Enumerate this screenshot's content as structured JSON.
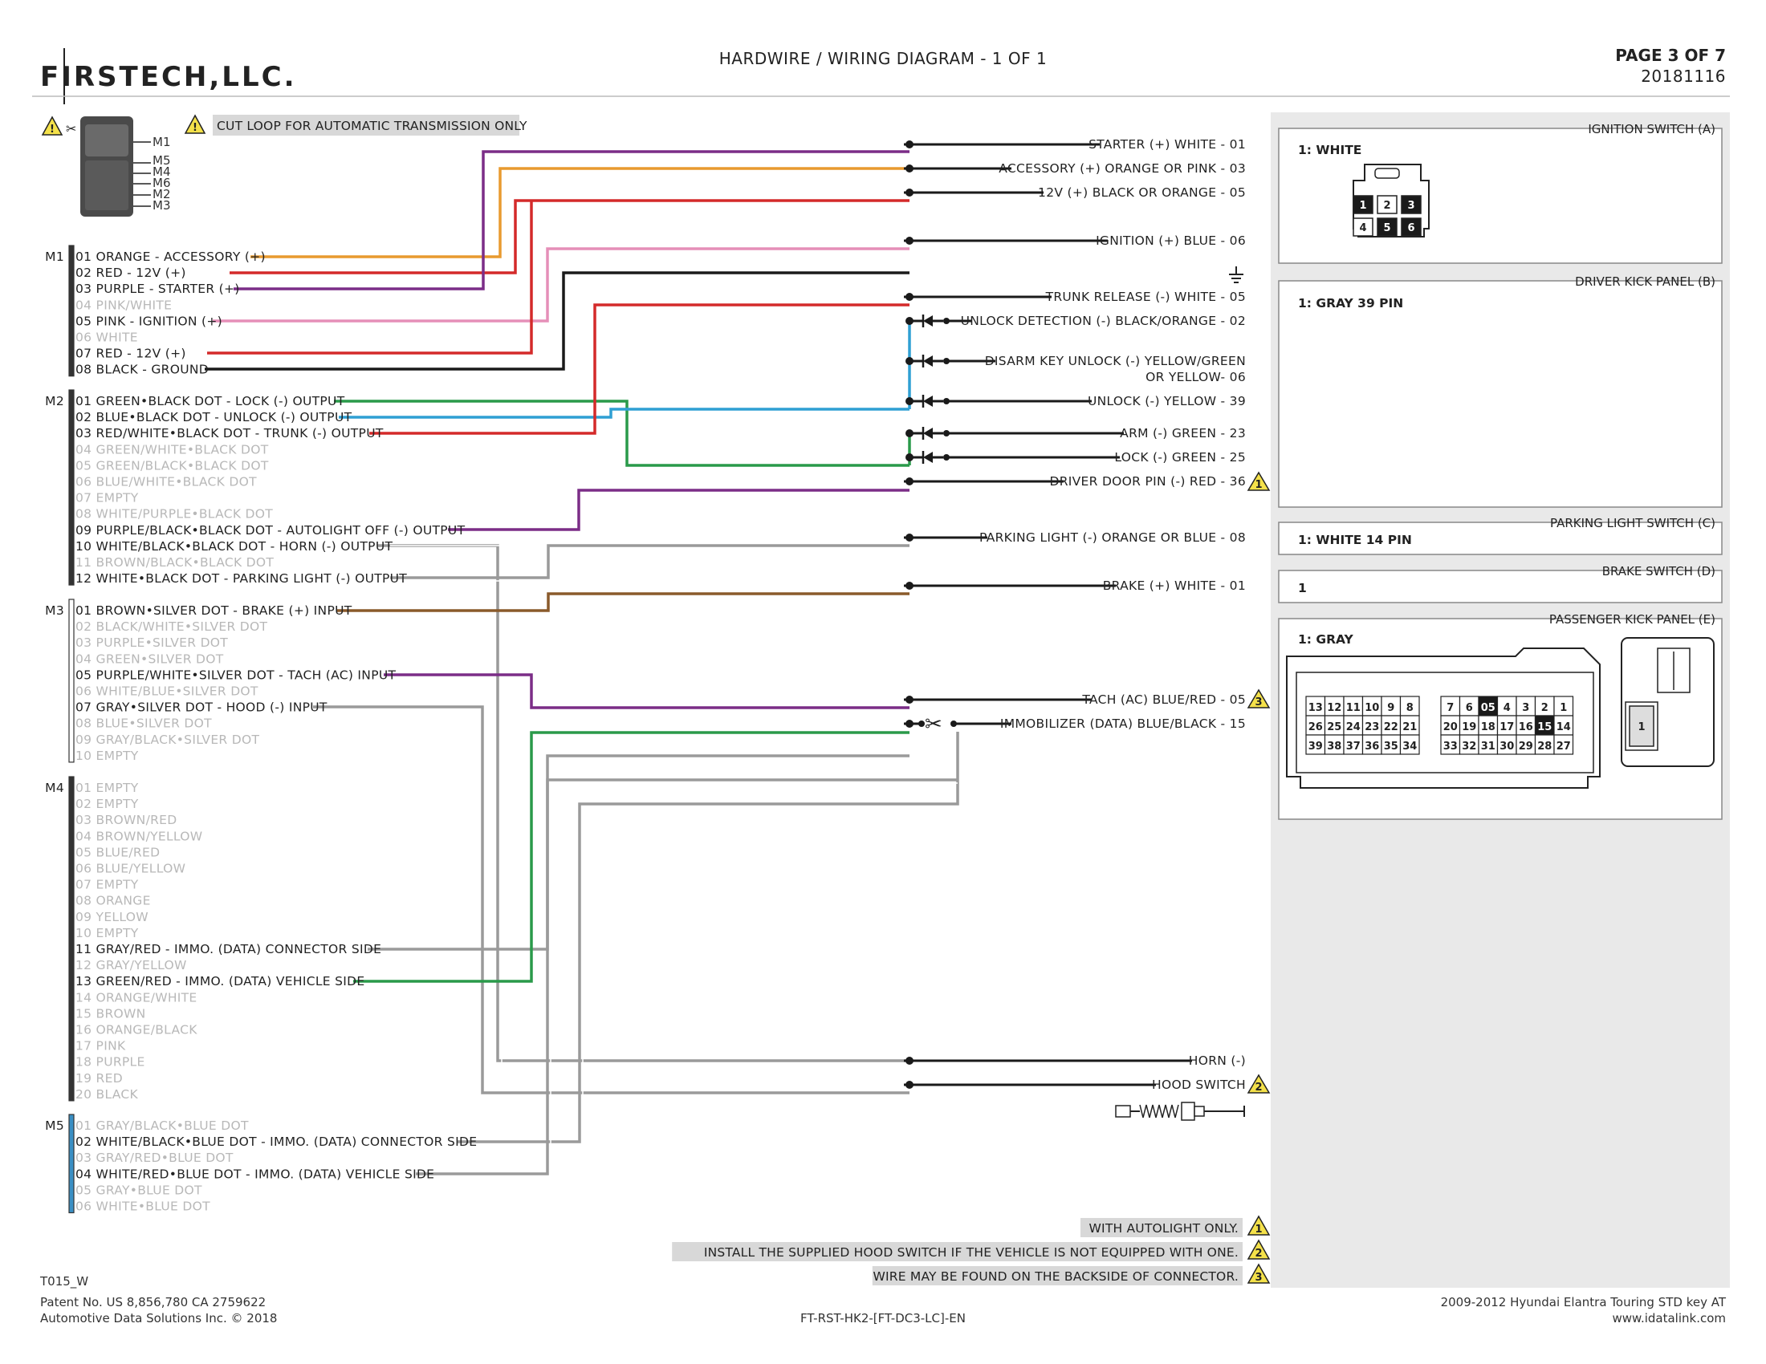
{
  "header": {
    "logo": "FIRSTECH,LLC.",
    "title": "HARDWIRE / WIRING DIAGRAM - 1 OF 1",
    "page": "PAGE 3 OF 7",
    "date": "20181116"
  },
  "cut_loop_note": "CUT LOOP FOR AUTOMATIC TRANSMISSION ONLY",
  "module_ports": [
    "M1",
    "M5",
    "M4",
    "M6",
    "M2",
    "M3"
  ],
  "connectors": {
    "m1": {
      "name": "M1",
      "pins": [
        {
          "text": "01 ORANGE - ACCESSORY (+)",
          "dim": false
        },
        {
          "text": "02 RED - 12V (+)",
          "dim": false
        },
        {
          "text": "03 PURPLE - STARTER (+)",
          "dim": false
        },
        {
          "text": "04 PINK/WHITE",
          "dim": true
        },
        {
          "text": "05 PINK - IGNITION (+)",
          "dim": false
        },
        {
          "text": "06 WHITE",
          "dim": true
        },
        {
          "text": "07 RED - 12V (+)",
          "dim": false
        },
        {
          "text": "08 BLACK - GROUND",
          "dim": false
        }
      ]
    },
    "m2": {
      "name": "M2",
      "pins": [
        {
          "text": "01 GREEN•BLACK DOT - LOCK (-) OUTPUT",
          "dim": false
        },
        {
          "text": "02 BLUE•BLACK DOT - UNLOCK (-) OUTPUT",
          "dim": false
        },
        {
          "text": "03 RED/WHITE•BLACK DOT - TRUNK (-) OUTPUT",
          "dim": false
        },
        {
          "text": "04 GREEN/WHITE•BLACK DOT",
          "dim": true
        },
        {
          "text": "05 GREEN/BLACK•BLACK DOT",
          "dim": true
        },
        {
          "text": "06 BLUE/WHITE•BLACK DOT",
          "dim": true
        },
        {
          "text": "07 EMPTY",
          "dim": true
        },
        {
          "text": "08 WHITE/PURPLE•BLACK DOT",
          "dim": true
        },
        {
          "text": "09 PURPLE/BLACK•BLACK DOT - AUTOLIGHT OFF (-) OUTPUT",
          "dim": false
        },
        {
          "text": "10 WHITE/BLACK•BLACK DOT - HORN (-) OUTPUT",
          "dim": false
        },
        {
          "text": "11 BROWN/BLACK•BLACK DOT",
          "dim": true
        },
        {
          "text": "12 WHITE•BLACK DOT - PARKING LIGHT (-) OUTPUT",
          "dim": false
        }
      ]
    },
    "m3": {
      "name": "M3",
      "pins": [
        {
          "text": "01 BROWN•SILVER DOT - BRAKE (+) INPUT",
          "dim": false
        },
        {
          "text": "02 BLACK/WHITE•SILVER DOT",
          "dim": true
        },
        {
          "text": "03 PURPLE•SILVER DOT",
          "dim": true
        },
        {
          "text": "04 GREEN•SILVER DOT",
          "dim": true
        },
        {
          "text": "05 PURPLE/WHITE•SILVER DOT - TACH (AC) INPUT",
          "dim": false
        },
        {
          "text": "06 WHITE/BLUE•SILVER DOT",
          "dim": true
        },
        {
          "text": "07 GRAY•SILVER DOT - HOOD (-) INPUT",
          "dim": false
        },
        {
          "text": "08 BLUE•SILVER DOT",
          "dim": true
        },
        {
          "text": "09 GRAY/BLACK•SILVER DOT",
          "dim": true
        },
        {
          "text": "10 EMPTY",
          "dim": true
        }
      ]
    },
    "m4": {
      "name": "M4",
      "pins": [
        {
          "text": "01 EMPTY",
          "dim": true
        },
        {
          "text": "02 EMPTY",
          "dim": true
        },
        {
          "text": "03 BROWN/RED",
          "dim": true
        },
        {
          "text": "04 BROWN/YELLOW",
          "dim": true
        },
        {
          "text": "05 BLUE/RED",
          "dim": true
        },
        {
          "text": "06 BLUE/YELLOW",
          "dim": true
        },
        {
          "text": "07 EMPTY",
          "dim": true
        },
        {
          "text": "08 ORANGE",
          "dim": true
        },
        {
          "text": "09 YELLOW",
          "dim": true
        },
        {
          "text": "10 EMPTY",
          "dim": true
        },
        {
          "text": "11 GRAY/RED - IMMO. (DATA) CONNECTOR SIDE",
          "dim": false
        },
        {
          "text": "12 GRAY/YELLOW",
          "dim": true
        },
        {
          "text": "13 GREEN/RED - IMMO. (DATA) VEHICLE SIDE",
          "dim": false
        },
        {
          "text": "14 ORANGE/WHITE",
          "dim": true
        },
        {
          "text": "15 BROWN",
          "dim": true
        },
        {
          "text": "16 ORANGE/BLACK",
          "dim": true
        },
        {
          "text": "17 PINK",
          "dim": true
        },
        {
          "text": "18 PURPLE",
          "dim": true
        },
        {
          "text": "19 RED",
          "dim": true
        },
        {
          "text": "20 BLACK",
          "dim": true
        }
      ]
    },
    "m5": {
      "name": "M5",
      "pins": [
        {
          "text": "01 GRAY/BLACK•BLUE DOT",
          "dim": true
        },
        {
          "text": "02 WHITE/BLACK•BLUE DOT - IMMO. (DATA) CONNECTOR SIDE",
          "dim": false
        },
        {
          "text": "03 GRAY/RED•BLUE DOT",
          "dim": true
        },
        {
          "text": "04 WHITE/RED•BLUE DOT - IMMO. (DATA) VEHICLE SIDE",
          "dim": false
        },
        {
          "text": "05 GRAY•BLUE DOT",
          "dim": true
        },
        {
          "text": "06 WHITE•BLUE DOT",
          "dim": true
        }
      ]
    }
  },
  "vehicle_wires": [
    {
      "text": "STARTER (+) WHITE - 01"
    },
    {
      "text": "ACCESSORY (+) ORANGE OR PINK - 03"
    },
    {
      "text": "12V (+) BLACK OR ORANGE - 05"
    },
    {
      "text": "IGNITION (+) BLUE - 06"
    },
    {
      "text": "TRUNK RELEASE (-) WHITE - 05"
    },
    {
      "text": "UNLOCK DETECTION (-) BLACK/ORANGE - 02"
    },
    {
      "text": "DISARM KEY UNLOCK (-) YELLOW/GREEN",
      "text2": "OR YELLOW- 06"
    },
    {
      "text": "UNLOCK (-) YELLOW - 39"
    },
    {
      "text": "ARM (-) GREEN - 23"
    },
    {
      "text": "LOCK (-) GREEN - 25"
    },
    {
      "text": "DRIVER DOOR PIN (-) RED - 36"
    },
    {
      "text": "PARKING LIGHT (-) ORANGE OR BLUE - 08"
    },
    {
      "text": "BRAKE (+) WHITE - 01"
    },
    {
      "text": "TACH (AC) BLUE/RED - 05"
    },
    {
      "text": "IMMOBILIZER (DATA) BLUE/BLACK - 15"
    },
    {
      "text": "HORN (-)"
    },
    {
      "text": "HOOD SWITCH"
    }
  ],
  "warning_marks": [
    "1",
    "3",
    "2"
  ],
  "panels": {
    "ignition": {
      "title": "IGNITION SWITCH (A)",
      "sub": "1: WHITE",
      "pins": [
        "1",
        "2",
        "3",
        "4",
        "5",
        "6"
      ]
    },
    "driver_kick": {
      "title": "DRIVER KICK PANEL (B)",
      "sub": "1: GRAY 39 PIN"
    },
    "parking": {
      "title": "PARKING LIGHT SWITCH (C)",
      "sub": "1: WHITE 14 PIN"
    },
    "brake": {
      "title": "BRAKE SWITCH (D)",
      "sub": "1"
    },
    "passenger": {
      "title": "PASSENGER KICK PANEL (E)",
      "sub": "1: GRAY",
      "left_grid": [
        [
          "13",
          "12",
          "11",
          "10",
          "9",
          "8"
        ],
        [
          "26",
          "25",
          "24",
          "23",
          "22",
          "21"
        ],
        [
          "39",
          "38",
          "37",
          "36",
          "35",
          "34"
        ]
      ],
      "right_grid": [
        [
          "7",
          "6",
          "05",
          "4",
          "3",
          "2",
          "1"
        ],
        [
          "20",
          "19",
          "18",
          "17",
          "16",
          "15",
          "14"
        ],
        [
          "33",
          "32",
          "31",
          "30",
          "29",
          "28",
          "27"
        ]
      ],
      "highlighted": [
        "05",
        "15"
      ],
      "side_pin": "1"
    }
  },
  "notes": [
    {
      "text": "WITH AUTOLIGHT ONLY.",
      "num": "1"
    },
    {
      "text": "INSTALL THE SUPPLIED HOOD SWITCH IF THE VEHICLE IS NOT EQUIPPED WITH ONE.",
      "num": "2"
    },
    {
      "text": "WIRE MAY BE FOUND ON THE BACKSIDE OF CONNECTOR.",
      "num": "3"
    }
  ],
  "footer": {
    "code": "T015_W",
    "patent": "Patent No. US 8,856,780 CA 2759622",
    "copyright": "Automotive Data Solutions Inc. © 2018",
    "part": "FT-RST-HK2-[FT-DC3-LC]-EN",
    "vehicle": "2009-2012 Hyundai Elantra Touring STD key AT",
    "site": "www.idatalink.com"
  },
  "colors": {
    "orange": "#e89a2f",
    "red": "#d42a2a",
    "purple": "#7b2d87",
    "pink": "#e58fb8",
    "black": "#1a1a1a",
    "green": "#2a9a4a",
    "blue": "#2f9fd3",
    "gray": "#9a9a9a",
    "brown": "#8a5a2b",
    "panel_bg": "#e9e9e9",
    "note_bg": "#d8d8d8",
    "warn": "#f4e14a"
  }
}
